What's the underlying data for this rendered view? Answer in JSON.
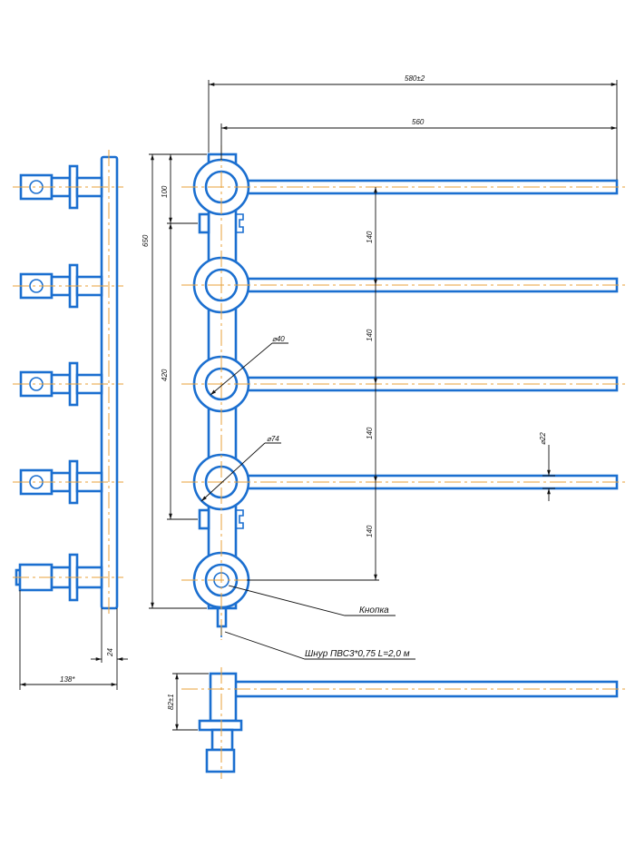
{
  "colors": {
    "outline": "#1b6fd0",
    "axis": "#e8a23a",
    "dimension": "#111111",
    "background": "#ffffff"
  },
  "dimensions": {
    "overall_width": "580±2",
    "bar_length": "560",
    "overall_height": "650",
    "top_offset": "100",
    "mount_spacing": "420",
    "pitch_1": "140",
    "pitch_2": "140",
    "pitch_3": "140",
    "pitch_4": "140",
    "hub_small_dia": "⌀40",
    "hub_large_dia": "⌀74",
    "bar_dia": "⌀22",
    "side_depth": "138*",
    "plate_thickness": "24",
    "plan_height": "82±1"
  },
  "labels": {
    "button": "Кнопка",
    "cord": "Шнур ПВС3*0,75 L=2,0 м"
  },
  "icons": {
    "side_view": "side-view-drawing",
    "front_view": "front-view-drawing",
    "top_view": "top-view-drawing"
  }
}
